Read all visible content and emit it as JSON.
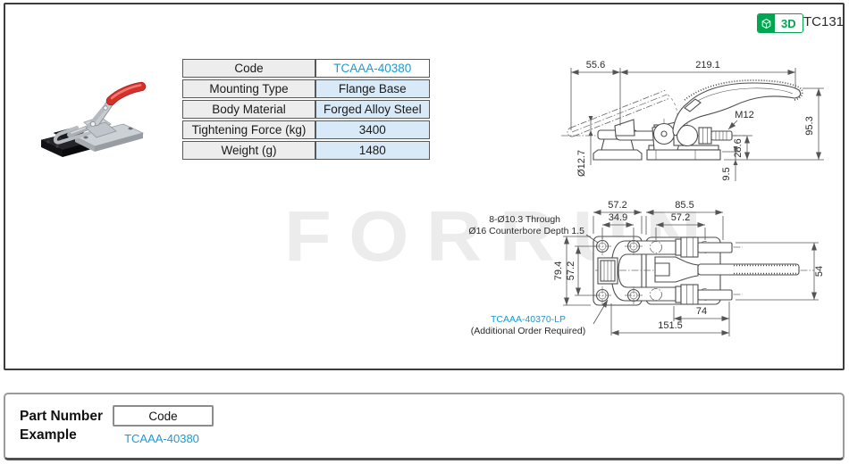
{
  "header": {
    "badge_3d_label": "3D",
    "page_code": "TC131"
  },
  "watermark_text": "FORRUN",
  "colors": {
    "accent_blue": "#1b9ad5",
    "brand_green": "#00a651",
    "table_label_bg": "#ededee",
    "table_value_bg": "#d8eaf7",
    "handle_red": "#d6302b"
  },
  "spec_table": {
    "rows": [
      {
        "label": "Code",
        "value": "TCAAA-40380"
      },
      {
        "label": "Mounting Type",
        "value": "Flange Base"
      },
      {
        "label": "Body Material",
        "value": "Forged Alloy Steel"
      },
      {
        "label": "Tightening Force (kg)",
        "value": "3400"
      },
      {
        "label": "Weight (g)",
        "value": "1480"
      }
    ]
  },
  "side_view": {
    "dim_55_6": "55.6",
    "dim_219_1": "219.1",
    "dim_95_3": "95.3",
    "label_m12": "M12",
    "dim_28_6": "28.6",
    "dim_9_5": "9.5",
    "dim_dia_12_7": "Ø12.7"
  },
  "top_view": {
    "dim_plate_width": "57.2",
    "dim_body_width": "85.5",
    "dim_hole_spacing_x": "34.9",
    "dim_bolt_spacing": "57.2",
    "dim_plate_height": "79.4",
    "dim_hole_spacing_y": "57.2",
    "dim_shaft_span": "54",
    "dim_74": "74",
    "dim_151_5": "151.5",
    "callout_holes_line1": "8-Ø10.3 Through",
    "callout_holes_line2": "Ø16 Counterbore Depth 1.5",
    "callout_part_code": "TCAAA-40370-LP",
    "callout_part_note": "(Additional Order Required)"
  },
  "footer": {
    "label_line1": "Part Number",
    "label_line2": "Example",
    "code_box_label": "Code",
    "example_code": "TCAAA-40380"
  }
}
